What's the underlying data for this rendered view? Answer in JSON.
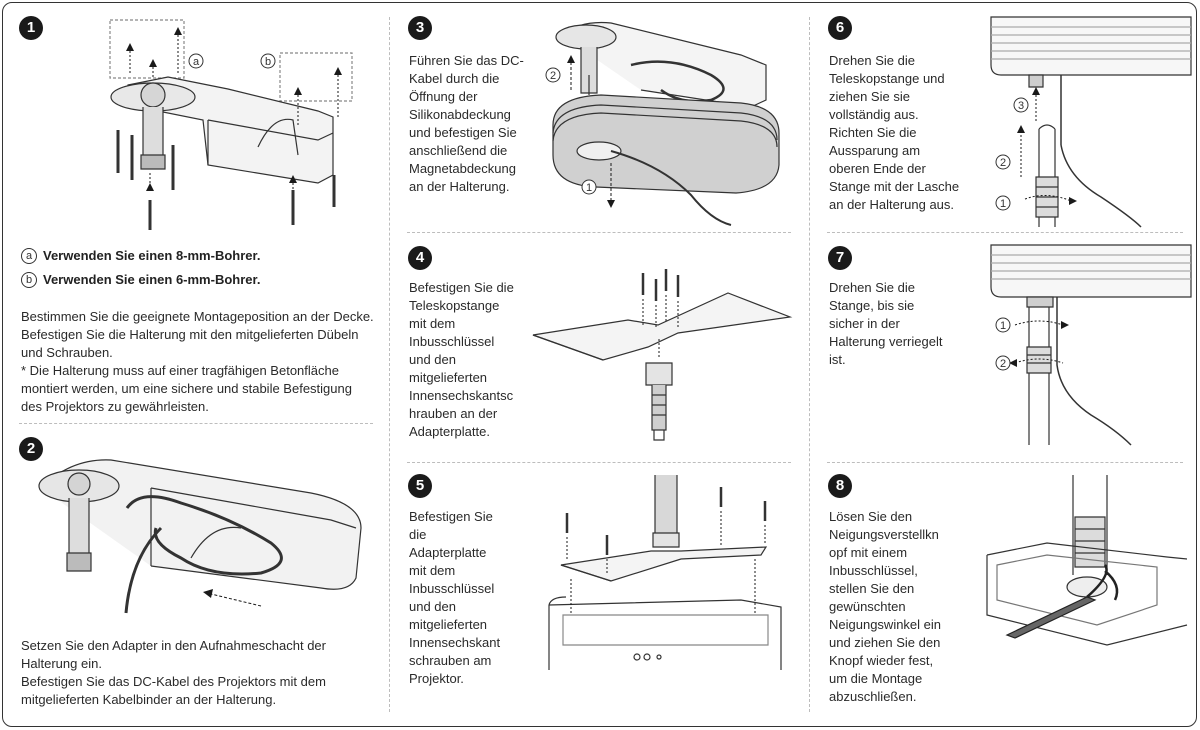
{
  "steps": [
    {
      "number": "1"
    },
    {
      "number": "2",
      "text": [
        "Setzen Sie den Adapter in den Aufnahmeschacht der",
        "Halterung ein.",
        "Befestigen Sie das DC-Kabel des Projektors mit dem",
        "mitgelieferten Kabelbinder an der Halterung."
      ]
    },
    {
      "number": "3",
      "text": [
        "Führen Sie das DC-",
        "Kabel durch die",
        "Öffnung der",
        "Silikonabdeckung",
        "und befestigen Sie",
        "anschließend die",
        "Magnetabdeckung",
        "an der Halterung."
      ]
    },
    {
      "number": "4",
      "text": [
        "Befestigen Sie die",
        "Teleskopstange",
        "mit dem",
        "Inbusschlüssel",
        "und den",
        "mitgelieferten",
        "Innensechskantsc",
        "hrauben an der",
        "Adapterplatte."
      ]
    },
    {
      "number": "5",
      "text": [
        "Befestigen Sie",
        "die",
        "Adapterplatte",
        "mit dem",
        "Inbusschlüssel",
        "und den",
        "mitgelieferten",
        "Innensechskant",
        "schrauben am",
        "Projektor."
      ]
    },
    {
      "number": "6",
      "text": [
        "Drehen Sie die",
        "Teleskopstange und",
        "ziehen Sie sie",
        "vollständig aus.",
        "Richten Sie die",
        "Aussparung am",
        "oberen Ende der",
        "Stange mit der Lasche",
        "an der Halterung aus."
      ]
    },
    {
      "number": "7",
      "text": [
        "Drehen Sie die",
        "Stange, bis sie",
        "sicher in der",
        "Halterung verriegelt",
        "ist."
      ]
    },
    {
      "number": "8",
      "text": [
        "Lösen Sie den",
        "Neigungsverstellkn",
        "opf mit einem",
        "Inbusschlüssel,",
        "stellen Sie den",
        "gewünschten",
        "Neigungswinkel ein",
        "und ziehen Sie den",
        "Knopf wieder fest,",
        "um die Montage",
        "abzuschließen."
      ]
    }
  ],
  "step1_notes": [
    {
      "letter": "a",
      "text": "Verwenden Sie einen 8-mm-Bohrer."
    },
    {
      "letter": "b",
      "text": "Verwenden Sie einen 6-mm-Bohrer."
    }
  ],
  "step1_text": [
    "Bestimmen Sie die geeignete Montageposition an der Decke.",
    "Befestigen Sie die Halterung mit den mitgelieferten Dübeln",
    "und Schrauben.",
    "* Die Halterung muss auf einer tragfähigen Betonfläche",
    "montiert werden, um eine sichere und stabile Befestigung",
    "des Projektors zu gewährleisten."
  ],
  "figure_labels": {
    "s1_a": "a",
    "s1_b": "b",
    "s3_1": "1",
    "s3_2": "2",
    "s6_1": "1",
    "s6_2": "2",
    "s6_3": "3",
    "s7_1": "1",
    "s7_2": "2"
  }
}
